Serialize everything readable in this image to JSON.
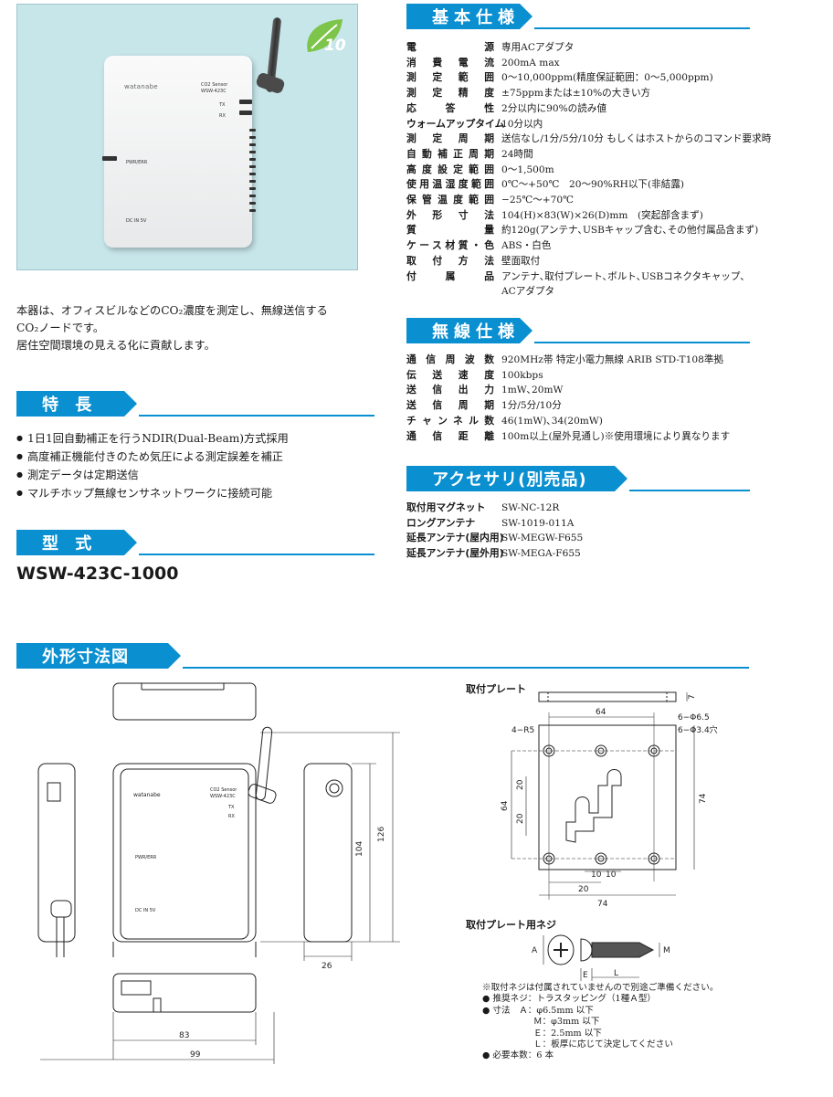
{
  "photo": {
    "brand": "watanabe",
    "model_line1": "CO2 Sensor",
    "model_line2": "WSW-423C",
    "led_tx": "TX",
    "led_rx": "RX",
    "pwr_err": "PWR/ERR",
    "dc_in": "DC IN 5V",
    "eco_number": "10"
  },
  "intro": {
    "line1": "本器は、オフィスビルなどのCO₂濃度を測定し、無線送信する",
    "line2": "CO₂ノードです。",
    "line3": "居住空間環境の見える化に貢献します。"
  },
  "features": {
    "title": "特 長",
    "items": [
      "1日1回自動補正を行うNDIR(Dual-Beam)方式採用",
      "高度補正機能付きのため気圧による測定誤差を補正",
      "測定データは定期送信",
      "マルチホップ無線センサネットワークに接続可能"
    ]
  },
  "model": {
    "title": "型 式",
    "value": "WSW-423C-1000"
  },
  "basic_spec": {
    "title": "基本仕様",
    "rows": [
      {
        "k": "電源",
        "v": "専用ACアダプタ"
      },
      {
        "k": "消費電流",
        "v": "200mA max"
      },
      {
        "k": "測定範囲",
        "v": "0～10,000ppm(精度保証範囲：0～5,000ppm)"
      },
      {
        "k": "測定精度",
        "v": "±75ppmまたは±10%の大きい方"
      },
      {
        "k": "応答性",
        "v": "2分以内に90%の読み値"
      },
      {
        "k": "ウォームアップタイム",
        "v": "10分以内"
      },
      {
        "k": "測定周期",
        "v": "送信なし/1分/5分/10分 もしくはホストからのコマンド要求時"
      },
      {
        "k": "自動補正周期",
        "v": "24時間"
      },
      {
        "k": "高度設定範囲",
        "v": "0～1,500m"
      },
      {
        "k": "使用温湿度範囲",
        "v": "0℃～+50℃　20～90%RH以下(非結露)"
      },
      {
        "k": "保管温度範囲",
        "v": "−25℃～+70℃"
      },
      {
        "k": "外形寸法",
        "v": "104(H)×83(W)×26(D)mm　(突起部含まず)"
      },
      {
        "k": "質量",
        "v": "約120g(アンテナ､USBキャップ含む､その他付属品含まず)"
      },
      {
        "k": "ケース材質・色",
        "v": "ABS・白色"
      },
      {
        "k": "取付方法",
        "v": "壁面取付"
      },
      {
        "k": "付属品",
        "v": "アンテナ､取付プレート､ボルト､USBコネクタキャップ､"
      },
      {
        "k": "",
        "v": "ACアダプタ"
      }
    ]
  },
  "wireless_spec": {
    "title": "無線仕様",
    "rows": [
      {
        "k": "通信周波数",
        "v": "920MHz帯 特定小電力無線 ARIB STD-T108準拠"
      },
      {
        "k": "伝送速度",
        "v": "100kbps"
      },
      {
        "k": "送信出力",
        "v": "1mW､20mW"
      },
      {
        "k": "送信周期",
        "v": "1分/5分/10分"
      },
      {
        "k": "チャンネル数",
        "v": "46(1mW)､34(20mW)"
      },
      {
        "k": "通信距離",
        "v": "100m以上(屋外見通し)※使用環境により異なります"
      }
    ]
  },
  "accessory": {
    "title": "アクセサリ(別売品)",
    "rows": [
      {
        "k": "取付用マグネット",
        "v": "SW-NC-12R"
      },
      {
        "k": "ロングアンテナ",
        "v": "SW-1019-011A"
      },
      {
        "k": "延長アンテナ(屋内用)",
        "v": "SW-MEGW-F655"
      },
      {
        "k": "延長アンテナ(屋外用)",
        "v": "SW-MEGA-F655"
      }
    ]
  },
  "drawing": {
    "title": "外形寸法図",
    "plate_label": "取付プレート",
    "screw_label": "取付プレート用ネジ",
    "dims": {
      "d126": "126",
      "d104": "104",
      "d26": "26",
      "d83": "83",
      "d99": "99",
      "p64_top": "64",
      "p7": "7",
      "p64_left": "64",
      "p74_right": "74",
      "p74_bottom": "74",
      "p20a": "20",
      "p20b": "20",
      "p20c": "20",
      "p10a": "10",
      "p10b": "10",
      "r5": "4−R5",
      "hole65": "6−Φ6.5",
      "hole34": "6−Φ3.4穴",
      "sA": "A",
      "sM": "M",
      "sE": "E",
      "sL": "L"
    },
    "device_brand": "watanabe",
    "device_model1": "CO2 Sensor",
    "device_model2": "WSW-423C",
    "device_tx": "TX",
    "device_rx": "RX",
    "device_pwr": "PWR/ERR",
    "device_dc": "DC IN 5V"
  },
  "notes": {
    "line1": "※取付ネジは付属されていませんので別途ご準備ください。",
    "line2": "● 推奨ネジ：トラスタッピング（1種Ａ型）",
    "line3": "● 寸法　Ａ：φ6.5mm 以下",
    "line4": "Ｍ：φ3mm 以下",
    "line5": "Ｅ：2.5mm 以下",
    "line6": "Ｌ：板厚に応じて決定してください",
    "line7": "● 必要本数：6 本"
  }
}
